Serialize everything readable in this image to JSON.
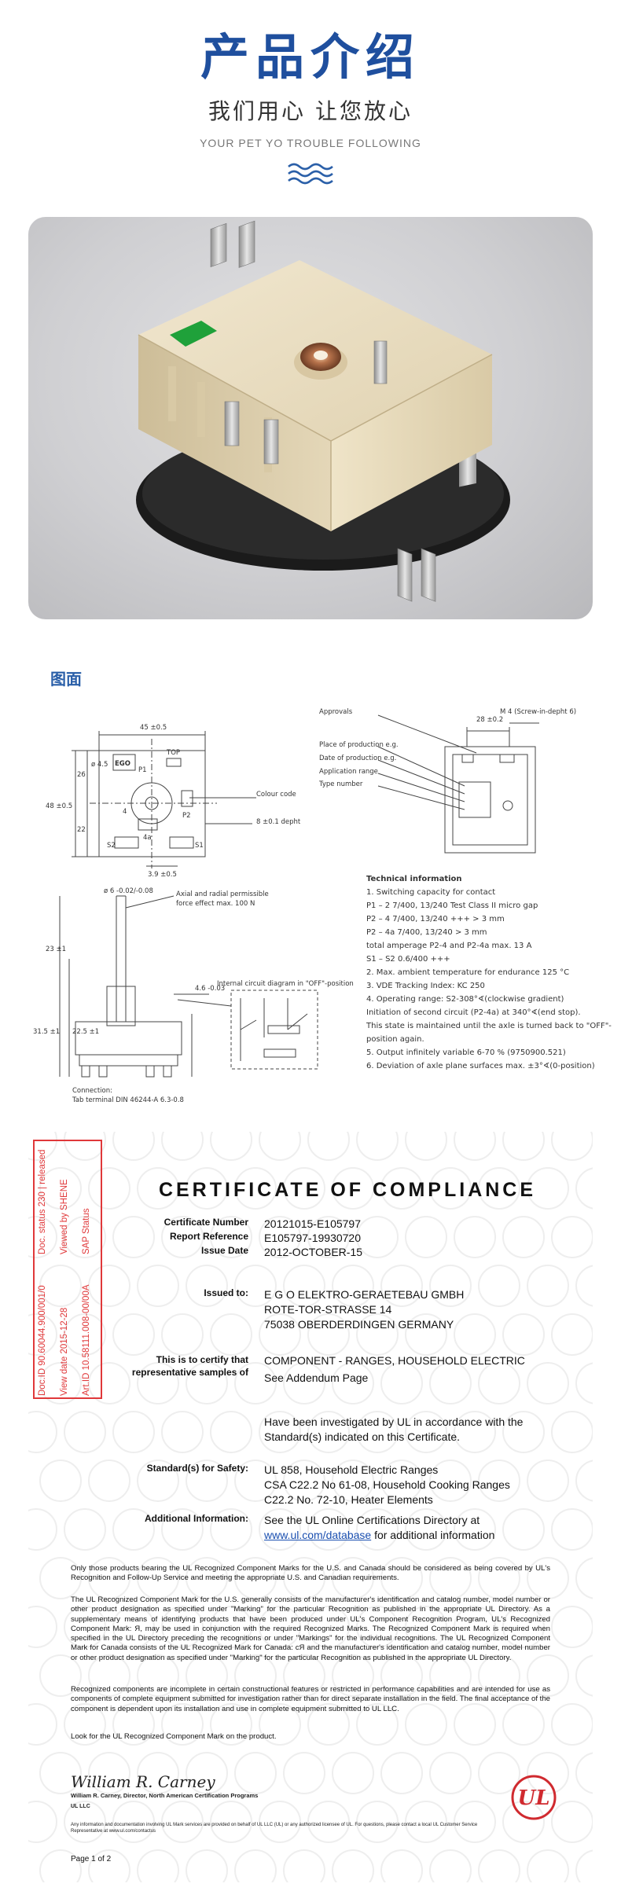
{
  "header": {
    "title": "产品介绍",
    "subtitle": "我们用心 让您放心",
    "tagline": "YOUR PET YO TROUBLE FOLLOWING"
  },
  "drawing": {
    "label": "图面",
    "dims": {
      "width_top": "45 ±0.5",
      "side_26": "26",
      "side_hole": "ø 4.5",
      "height_left": "48 ±0.5",
      "side_22": "22",
      "dim_39": "3.9 ±0.5",
      "depth_28": "28 ±0.2",
      "screw": "M 4 (Screw-in-depht 6)",
      "shaft_dia": "ø 6 -0.02/-0.08",
      "dim_231": "23 ±1",
      "dim_465": "4.6 -0.03",
      "dim_225": "22.5 ±1",
      "dim_315": "31.5 ±1"
    },
    "labels": {
      "ego": "EGO",
      "top": "TOP",
      "p1": "P1",
      "p2": "P2",
      "s1": "S1",
      "s2": "S2",
      "four": "4",
      "four_a": "4a",
      "colour_code": "Colour code",
      "depht": "8 ±0.1 depht",
      "approvals": "Approvals",
      "place": "Place of production e.g.",
      "date": "Date of production e.g.",
      "app_range": "Application range",
      "type_number": "Type number",
      "axial": "Axial and radial permissible",
      "force": "force effect max. 100 N",
      "internal": "Internal circuit diagram in \"OFF\"-position",
      "connection": "Connection:",
      "tab": "Tab terminal DIN 46244-A 6.3-0.8"
    },
    "tech_info": [
      "Technical information",
      "1.  Switching capacity for contact",
      "     P1 – 2         7/400, 13/240 Test Class II  micro gap",
      "     P2 – 4         7/400, 13/240 +++  > 3 mm",
      "     P2 – 4a        7/400, 13/240 > 3 mm",
      "                        total amperage P2-4 and P2-4a max. 13 A",
      "     S1 – S2        0.6/400 +++",
      "2.  Max. ambient temperature for endurance 125 °C",
      "3.  VDE Tracking Index: KC 250",
      "4.  Operating range: S2-308°∢(clockwise gradient)",
      "     Initiation of second circuit (P2-4a) at 340°∢(end stop).",
      "     This state is maintained until the axle is turned back to \"OFF\"-",
      "     position again.",
      "5.  Output infinitely variable 6-70 % (9750900.521)",
      "6.  Deviation of axle plane surfaces max. ±3°∢(0-position)"
    ]
  },
  "certificate": {
    "stamp": {
      "line1a": "Doc.ID 90.60044.900/001/0",
      "line1b": "Doc. status 230 | released",
      "line2a": "View date 2015-12-28",
      "line2b": "Viewed by SHENE",
      "line3a": "Art.ID 10.58111.008-00/00A",
      "line3b": "SAP Status"
    },
    "title": "CERTIFICATE OF COMPLIANCE",
    "cert_number_label": "Certificate Number",
    "cert_number": "20121015-E105797",
    "report_ref_label": "Report Reference",
    "report_ref": "E105797-19930720",
    "issue_date_label": "Issue Date",
    "issue_date": "2012-OCTOBER-15",
    "issued_to_label": "Issued to:",
    "issued_to_1": "E G O ELEKTRO-GERAETEBAU GMBH",
    "issued_to_2": "ROTE-TOR-STRASSE 14",
    "issued_to_3": "75038 OBERDERDINGEN GERMANY",
    "certify_label_1": "This is to certify that",
    "certify_label_2": "representative samples of",
    "certify_value_1": "COMPONENT - RANGES, HOUSEHOLD ELECTRIC",
    "certify_value_2": "See Addendum Page",
    "investigated_1": "Have been investigated by UL in accordance with the",
    "investigated_2": "Standard(s) indicated on this Certificate.",
    "standards_label": "Standard(s) for Safety:",
    "standards_1": "UL 858, Household Electric Ranges",
    "standards_2": "CSA C22.2 No 61-08, Household Cooking Ranges",
    "standards_3": "C22.2 No. 72-10, Heater Elements",
    "additional_label": "Additional Information:",
    "additional_1": "See the UL Online Certifications Directory at",
    "additional_link": "www.ul.com/database",
    "additional_2": " for additional information",
    "para1": "Only those products bearing the UL Recognized Component Marks for the U.S. and Canada should be considered as being covered by UL's Recognition and Follow-Up Service and meeting the appropriate U.S. and Canadian requirements.",
    "para2": "The UL Recognized Component Mark for the U.S. generally consists of the manufacturer's identification and catalog number, model number or other product designation as specified under \"Marking\" for the particular Recognition as published in the appropriate UL Directory.  As a supplementary means of identifying products that have been produced under UL's Component Recognition Program, UL's Recognized Component Mark: Я, may be used in conjunction with the required Recognized Marks.  The Recognized Component Mark is required when specified in the UL Directory preceding the recognitions or under \"Markings\" for the individual recognitions. The UL Recognized Component Mark for Canada consists of the UL Recognized Mark for Canada: cЯ and the manufacturer's identification and catalog number, model number or other product designation as specified under \"Marking\" for the particular Recognition as published in the appropriate UL Directory.",
    "para3": "Recognized components are incomplete in certain constructional features or restricted in performance capabilities and are intended for use as components of complete equipment submitted for investigation rather than for direct separate installation in the field.  The final acceptance of the component is dependent upon its installation and use in complete equipment submitted to UL LLC.",
    "para4": "Look for the UL Recognized Component Mark on the product.",
    "signature": "William R. Carney",
    "signer": "William R. Carney, Director, North American Certification Programs",
    "signer_org": "UL LLC",
    "fine_print": "Any information and documentation involving UL Mark services are provided on behalf of UL LLC (UL) or any authorized licensee of UL. For questions, please contact a local UL Customer Service Representative at www.ul.com/contactus",
    "page": "Page 1 of 2",
    "logo": "UL"
  },
  "colors": {
    "title_blue": "#1f4f9e",
    "stamp_red": "#e0383a",
    "drawing_label": "#2a5fa8"
  }
}
